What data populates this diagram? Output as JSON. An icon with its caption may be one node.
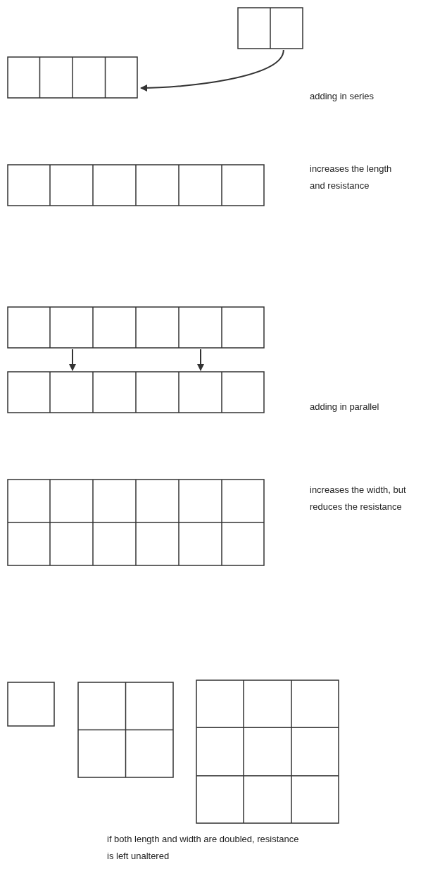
{
  "diagram": {
    "nodes": [
      {
        "text": [],
        "shape": "box"
      },
      {
        "text": [],
        "shape": "box"
      },
      {
        "text": [],
        "shape": "box"
      },
      {
        "text": [],
        "shape": "box"
      },
      {
        "text": [],
        "shape": "box"
      },
      {
        "text": [],
        "shape": "box"
      },
      {
        "text": [],
        "shape": "box"
      },
      {
        "text": [],
        "shape": "box"
      },
      {
        "text": [],
        "shape": "box"
      }
    ],
    "edges": [
      {
        "from": 0,
        "to": 1,
        "arrow": "to"
      },
      {
        "from": 3,
        "to": 4,
        "arrow": "to"
      },
      {
        "from": 3,
        "to": 4,
        "arrow": "to"
      }
    ],
    "labels": [
      "adding in series",
      "increases the length and resistance",
      "adding in parallel",
      "increases the width, but reduces the resistance",
      "if both length and width are doubled, resistance is left unaltered"
    ]
  }
}
